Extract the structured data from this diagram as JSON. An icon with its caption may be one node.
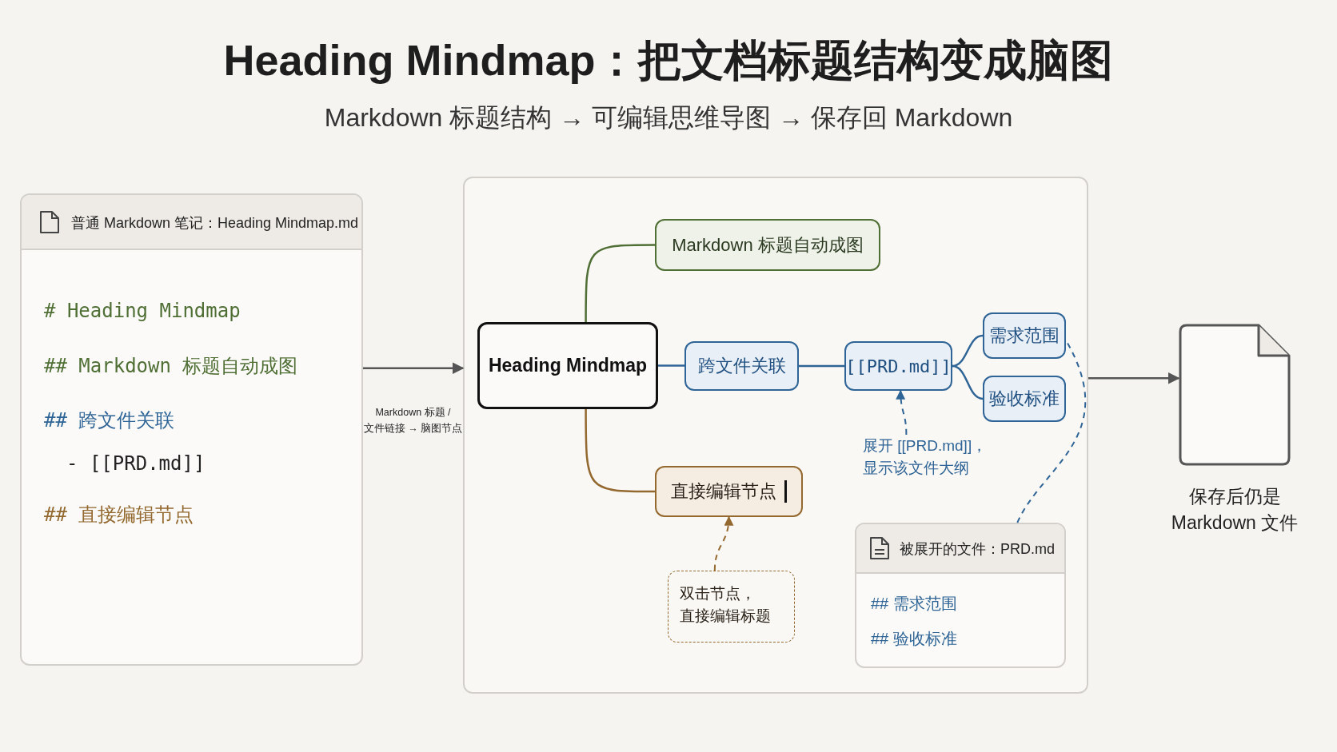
{
  "diagram": {
    "title": "Heading Mindmap：把文档标题结构变成脑图",
    "nodes": [
      {
        "text": [
          "普通 Markdown 笔记：Heading Mindmap.md",
          "# Heading Mindmap",
          "## Markdown 标题自动成图",
          "## 跨文件关联",
          "- [[PRD.md]]",
          "## 直接编辑节点"
        ]
      },
      {
        "text": [],
        "shape": "box"
      },
      {
        "text": [
          "Heading Mindmap"
        ],
        "in": 1
      },
      {
        "text": [
          "Markdown 标题自动成图"
        ],
        "in": 1
      },
      {
        "text": [
          "跨文件关联"
        ],
        "in": 1
      },
      {
        "text": [
          "[[PRD.md]]"
        ],
        "in": 1
      },
      {
        "text": [
          "需求范围"
        ],
        "in": 1
      },
      {
        "text": [
          "验收标准"
        ],
        "in": 1
      },
      {
        "text": [
          "直接编辑节点"
        ],
        "in": 1
      },
      {
        "text": [
          "展开 [[PRD.md]]，显示该文件大纲"
        ],
        "in": 1
      },
      {
        "text": [
          "双击节点，直接编辑标题"
        ],
        "in": 1
      },
      {
        "text": [
          "被展开的文件：PRD.md",
          "## 需求范围",
          "## 验收标准"
        ],
        "in": 1
      },
      {
        "text": [],
        "shape": "document",
        "beside": [
          "保存后仍是 Markdown 文件"
        ]
      }
    ],
    "edges": [
      {
        "from": 0,
        "to": 1,
        "arrow": "to",
        "label": "Markdown 标题 / 文件链接 → 脑图节点",
        "color": "#555555"
      },
      {
        "from": 2,
        "to": 3,
        "arrow": "none",
        "color": "#4f6f35"
      },
      {
        "from": 2,
        "to": 4,
        "arrow": "none"
      },
      {
        "from": 4,
        "to": 5,
        "arrow": "none"
      },
      {
        "from": 5,
        "to": 6,
        "arrow": "none"
      },
      {
        "from": 5,
        "to": 7,
        "arrow": "none"
      },
      {
        "from": 2,
        "to": 8,
        "arrow": "none",
        "color": "#94692f"
      },
      {
        "from": 9,
        "to": 5,
        "arrow": "to",
        "style": "dashed"
      },
      {
        "from": 10,
        "to": 8,
        "arrow": "to",
        "style": "dashed",
        "color": "#94692f"
      },
      {
        "from": 11,
        "to": 6,
        "arrow": "none",
        "style": "dashed"
      },
      {
        "from": 1,
        "to": 12,
        "arrow": "to",
        "color": "#555555"
      }
    ],
    "labels": [
      "Markdown 标题结构 → 可编辑思维导图 → 保存回 Markdown"
    ]
  }
}
